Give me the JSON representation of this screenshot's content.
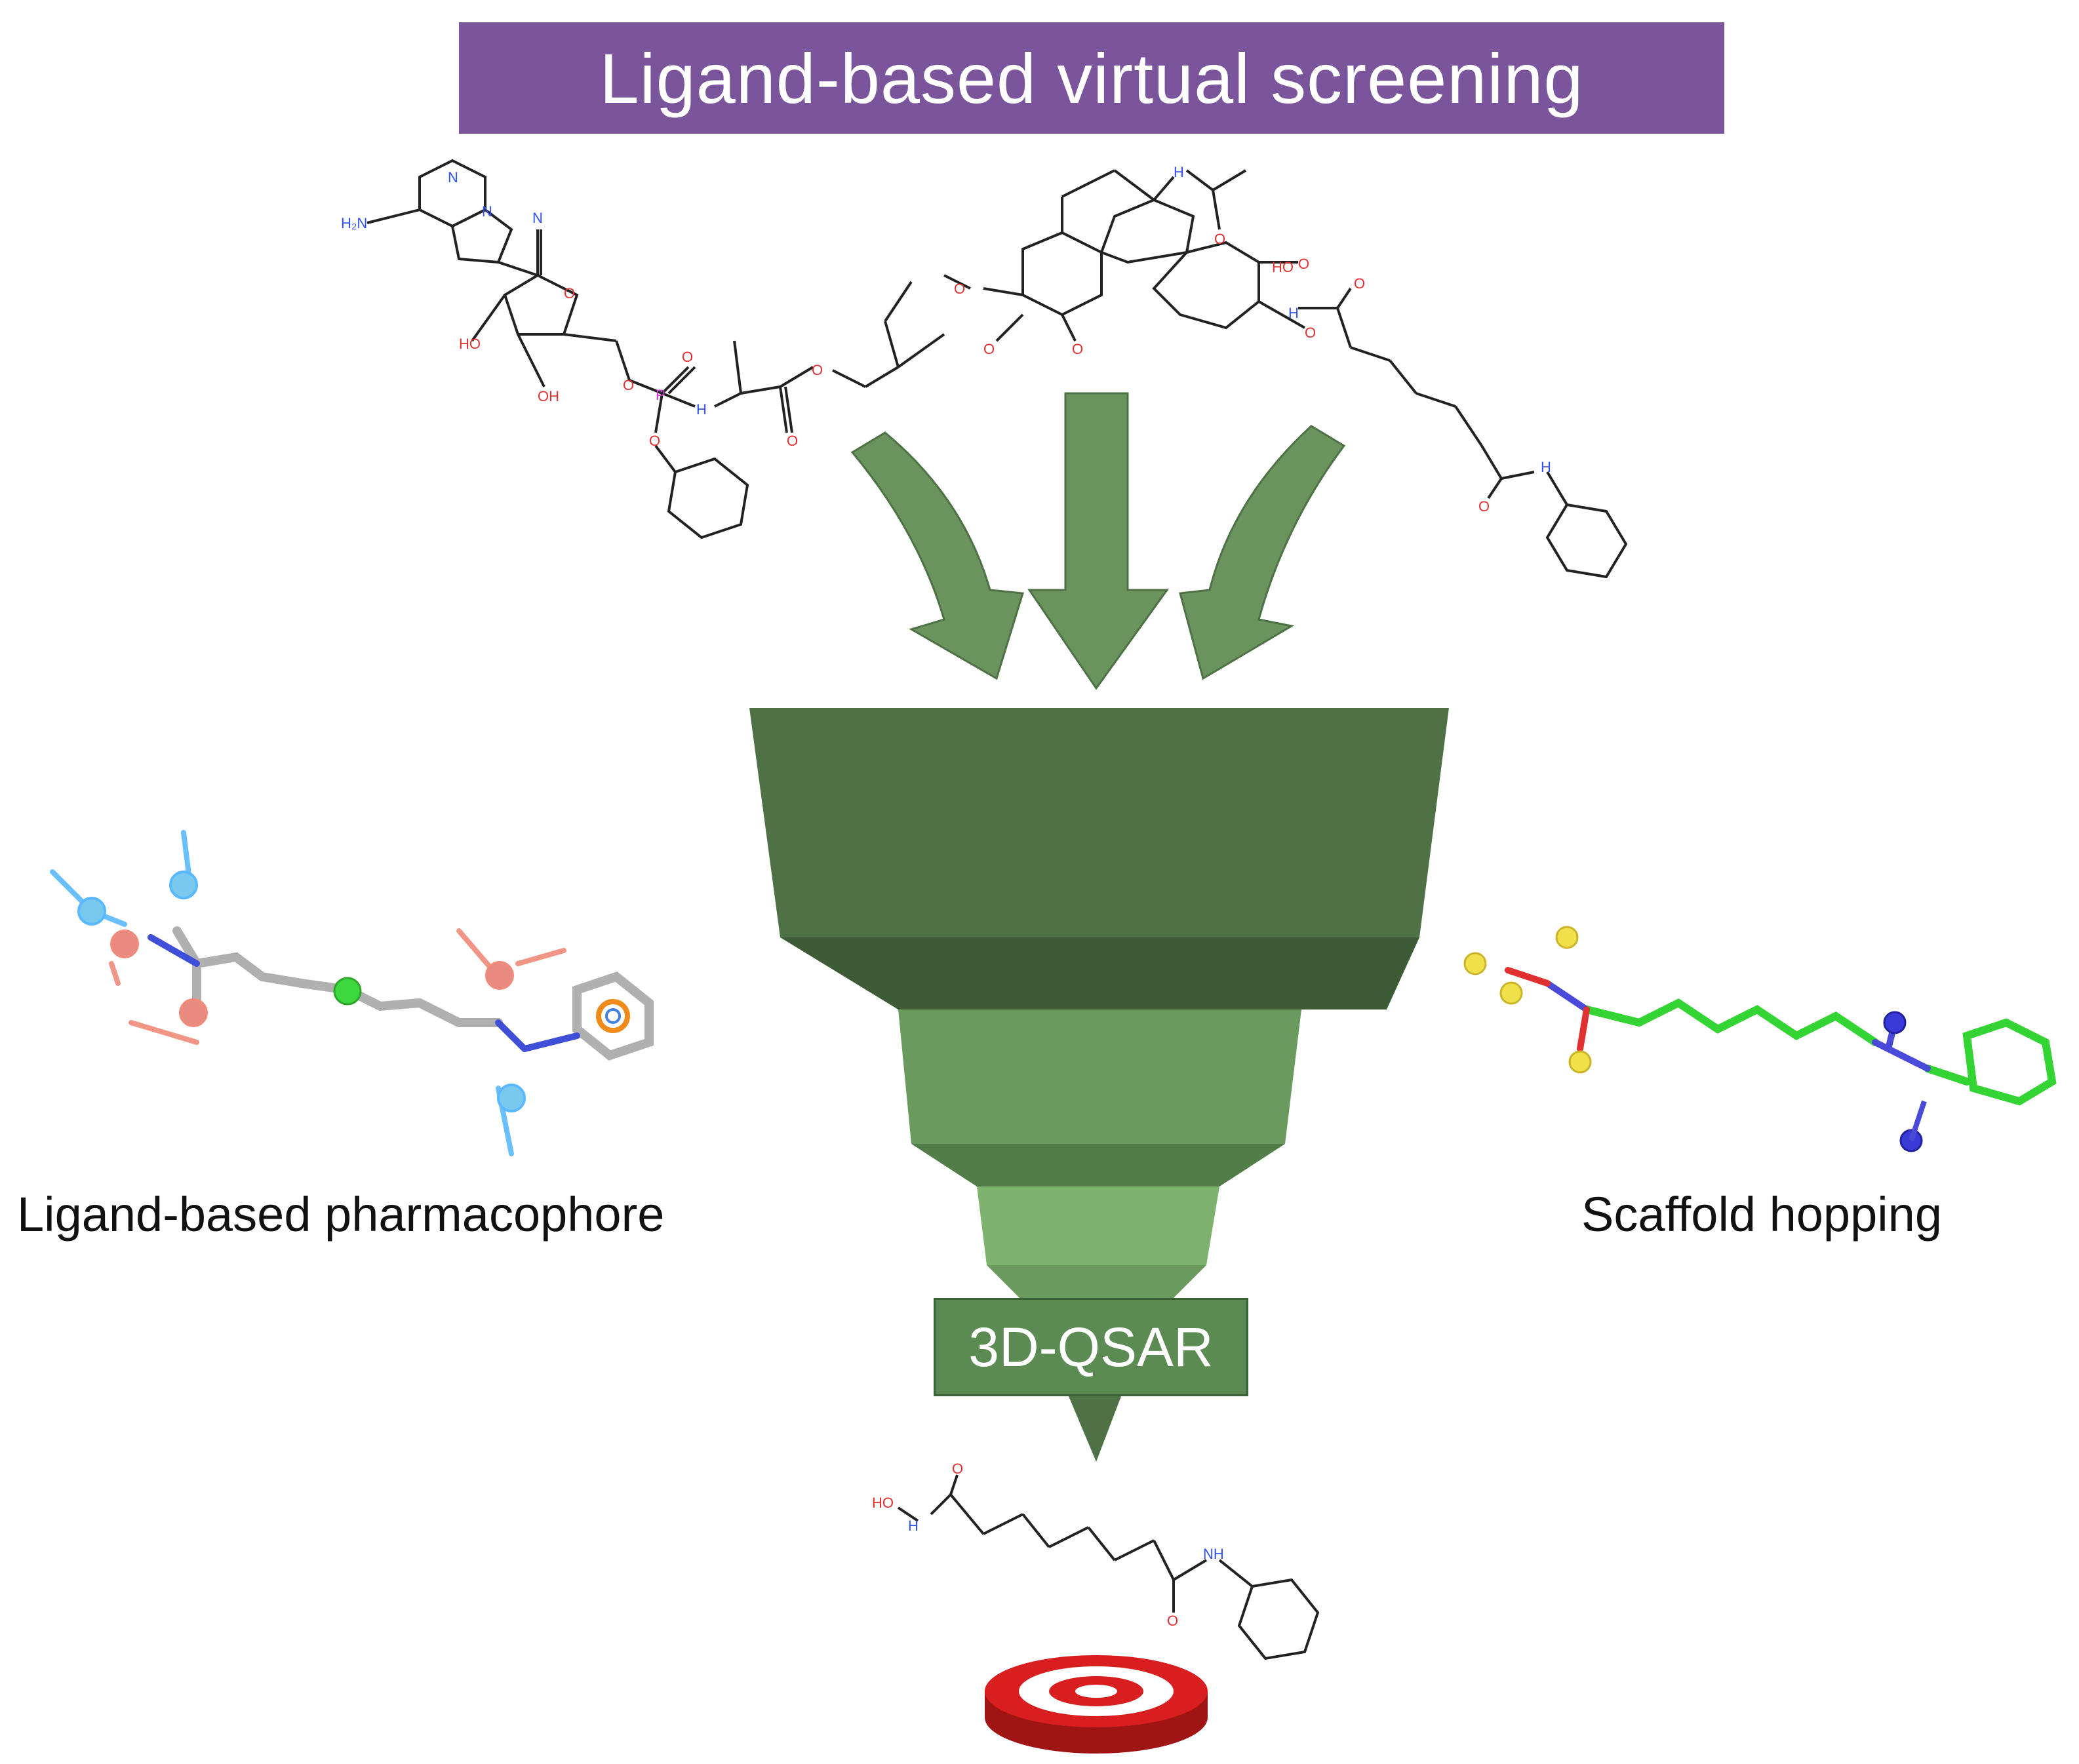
{
  "title": "Ligand-based virtual screening",
  "funnel_label": "3D-QSAR",
  "left_caption": "Ligand-based pharmacophore",
  "right_caption": "Scaffold hopping",
  "atom_labels": {
    "nh2": "H₂N",
    "n": "N",
    "ho": "HO",
    "oh": "OH",
    "o": "O",
    "p": "P",
    "h": "H",
    "nh": "NH"
  },
  "colors": {
    "banner": "#7a559c",
    "funnel_dark": "#4e7145",
    "funnel_mid": "#6a9a5e",
    "funnel_light": "#7db26f",
    "arrow": "#6a935d",
    "target_red": "#d81e1e"
  }
}
